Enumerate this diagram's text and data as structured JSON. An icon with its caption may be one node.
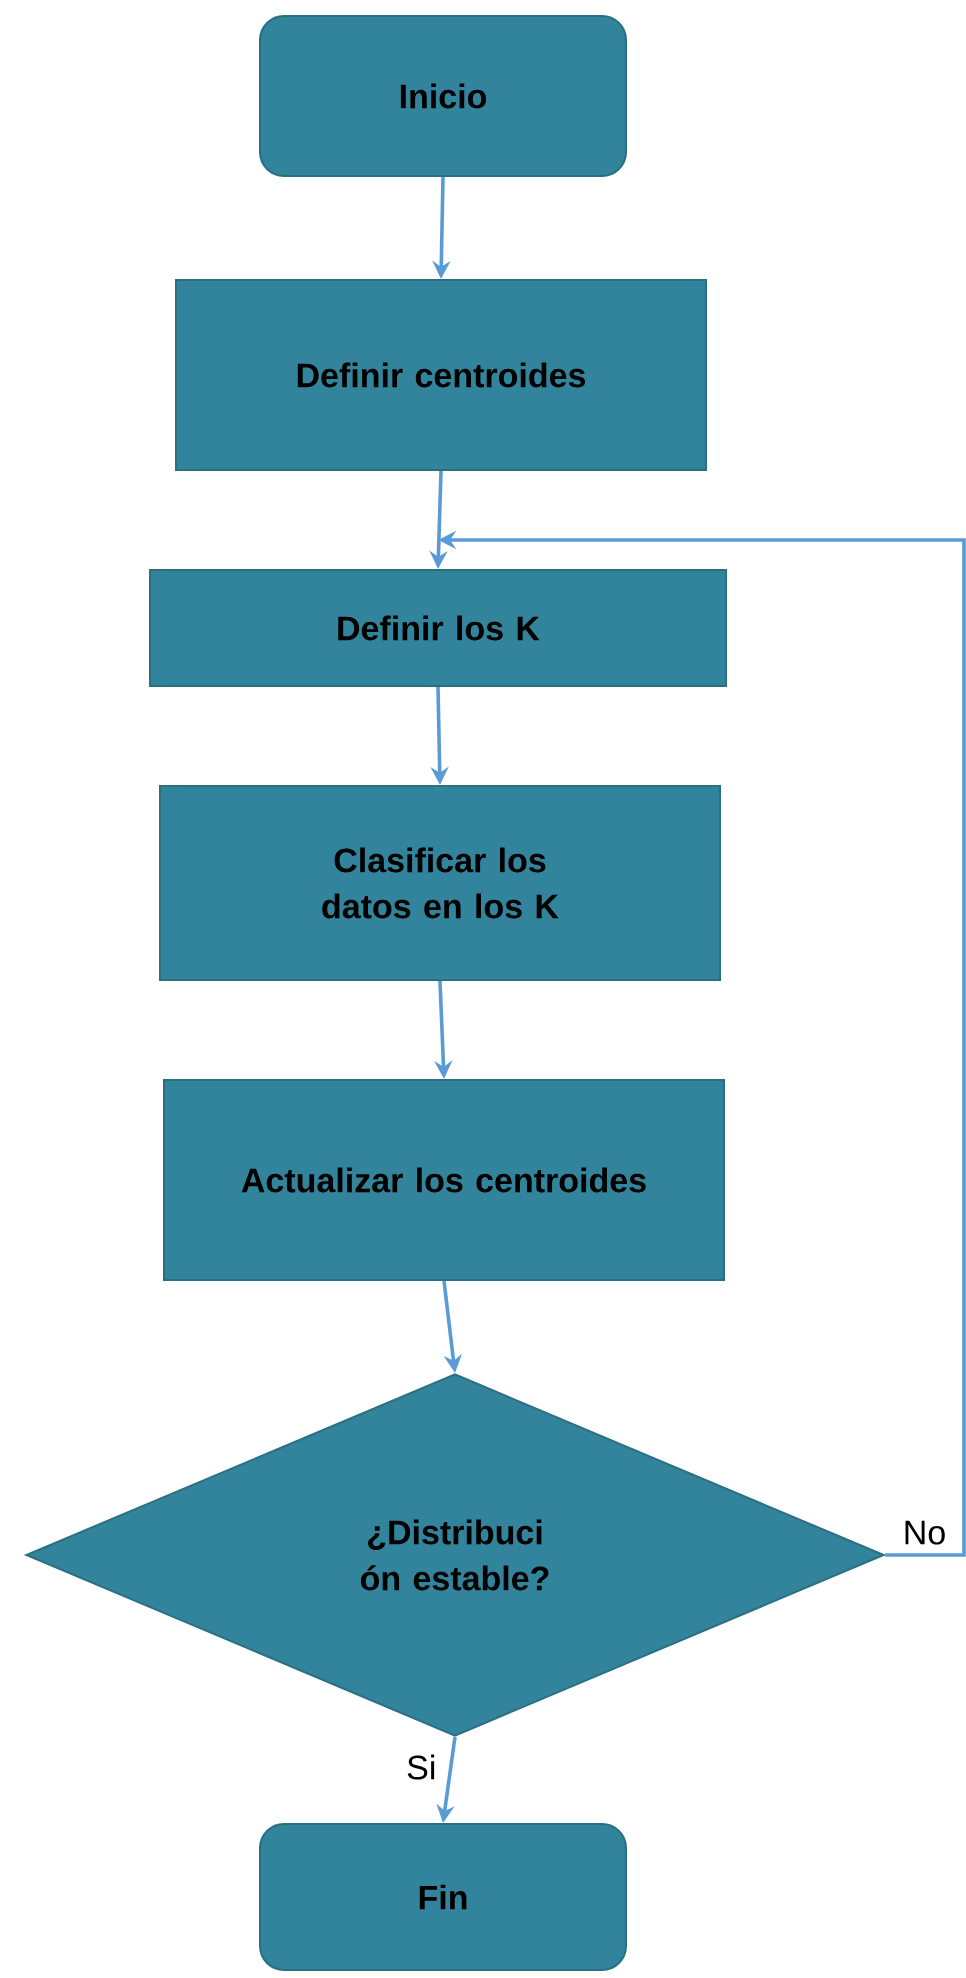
{
  "diagram": {
    "nodes": [
      {
        "text": [
          "Inicio"
        ]
      },
      {
        "text": [
          "Definir centroides"
        ]
      },
      {
        "text": [
          "Definir los K"
        ]
      },
      {
        "text": [
          "Clasificar los datos en los K"
        ]
      },
      {
        "text": [
          "Actualizar los centroides"
        ]
      },
      {
        "text": [
          "¿Distribuci ón estable?"
        ]
      },
      {
        "text": [
          "Fin"
        ]
      }
    ],
    "edges": [
      {
        "from": 0,
        "to": 1,
        "arrow": "to"
      },
      {
        "from": 1,
        "to": 2,
        "arrow": "to"
      },
      {
        "from": 2,
        "to": 3,
        "arrow": "to"
      },
      {
        "from": 3,
        "to": 4,
        "arrow": "to"
      },
      {
        "from": 4,
        "to": 5,
        "arrow": "to"
      },
      {
        "from": 5,
        "to": 6,
        "arrow": "to",
        "label": "Si"
      },
      {
        "from": 5,
        "to": 2,
        "arrow": "to",
        "label": "No"
      }
    ]
  }
}
